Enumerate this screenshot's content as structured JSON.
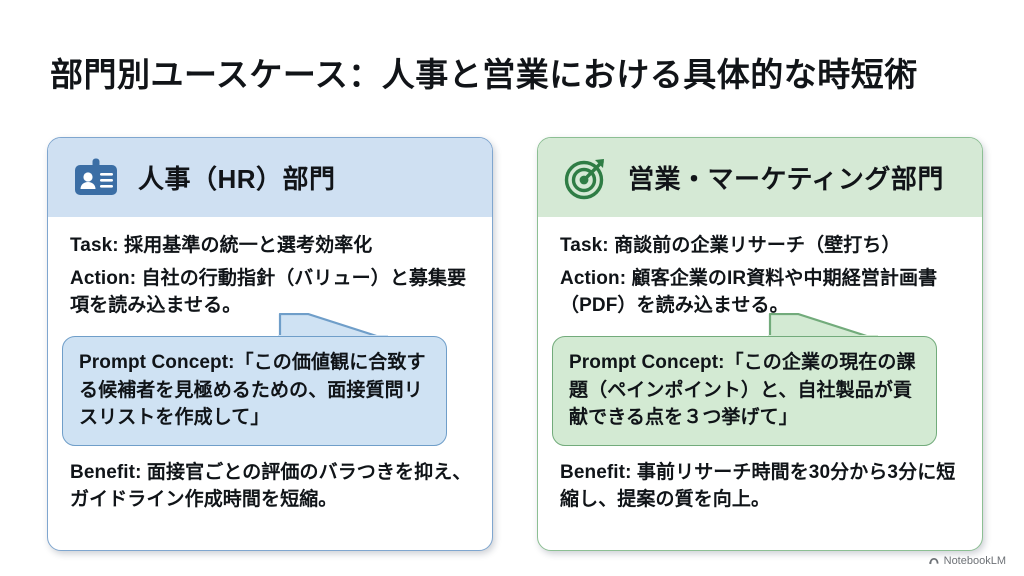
{
  "slide": {
    "title": "部門別ユースケース：人事と営業における具体的な時短術"
  },
  "cards": [
    {
      "id": "hr",
      "icon": "id-badge-icon",
      "header_title": "人事（HR）部門",
      "header_bg": "#cfe0f2",
      "border_color": "#7fa6cf",
      "icon_color": "#3b6ea5",
      "task": "Task: 採用基準の統一と選考効率化",
      "action": "Action: 自社の行動指針（バリュー）と募集要項を読み込ませる。",
      "prompt_concept": "Prompt Concept:「この価値観に合致する候補者を見極めるための、面接質問リスリストを作成して」",
      "bubble_bg": "#cfe2f3",
      "bubble_border": "#6f9ec9",
      "benefit": "Benefit: 面接官ごとの評価のバラつきを抑え、ガイドライン作成時間を短縮。"
    },
    {
      "id": "sales-marketing",
      "icon": "target-dart-icon",
      "header_title": "営業・マーケティング部門",
      "header_bg": "#d5e9d5",
      "border_color": "#8cbf93",
      "icon_color": "#2f7d45",
      "task": "Task: 商談前の企業リサーチ（壁打ち）",
      "action": "Action: 顧客企業のIR資料や中期経営計画書（PDF）を読み込ませる。",
      "prompt_concept": "Prompt Concept:「この企業の現在の課題（ペインポイント）と、自社製品が貢献できる点を３つ挙げて」",
      "bubble_bg": "#d3ead3",
      "bubble_border": "#72ab7b",
      "benefit": "Benefit: 事前リサーチ時間を30分から3分に短縮し、提案の質を向上。"
    }
  ],
  "watermark": {
    "label": "NotebookLM",
    "icon": "notebooklm-logo-icon"
  }
}
